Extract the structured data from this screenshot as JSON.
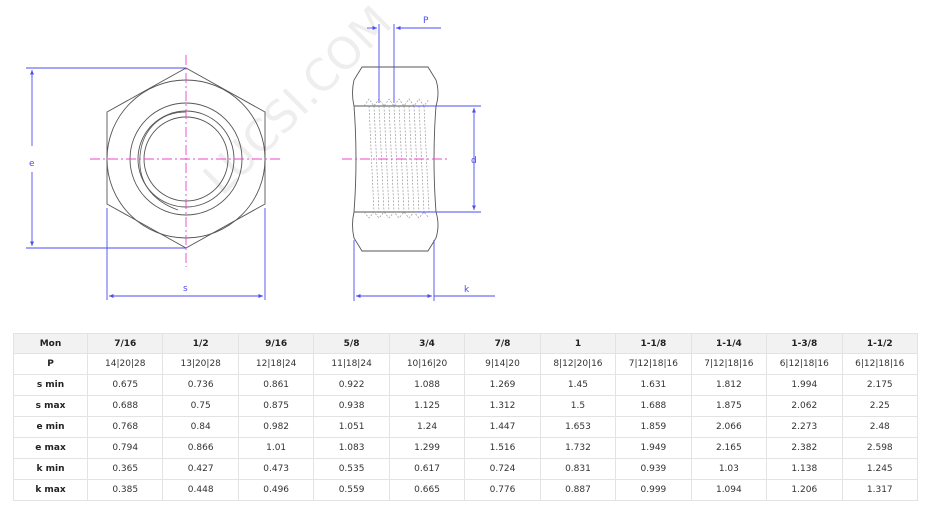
{
  "drawing": {
    "watermark": "LUCSI.COM",
    "labels": {
      "e": "e",
      "s": "s",
      "p": "P",
      "d": "d",
      "k": "k"
    },
    "colors": {
      "outline": "#555555",
      "dimension": "#4d4df0",
      "centerline": "#ee44cc",
      "thread": "#999999"
    }
  },
  "table": {
    "header_label": "Mon",
    "sizes": [
      "7/16",
      "1/2",
      "9/16",
      "5/8",
      "3/4",
      "7/8",
      "1",
      "1-1/8",
      "1-1/4",
      "1-3/8",
      "1-1/2"
    ],
    "rows": [
      {
        "label": "P",
        "values": [
          "14|20|28",
          "13|20|28",
          "12|18|24",
          "11|18|24",
          "10|16|20",
          "9|14|20",
          "8|12|20|16",
          "7|12|18|16",
          "7|12|18|16",
          "6|12|18|16",
          "6|12|18|16"
        ]
      },
      {
        "label": "s min",
        "values": [
          "0.675",
          "0.736",
          "0.861",
          "0.922",
          "1.088",
          "1.269",
          "1.45",
          "1.631",
          "1.812",
          "1.994",
          "2.175"
        ]
      },
      {
        "label": "s max",
        "values": [
          "0.688",
          "0.75",
          "0.875",
          "0.938",
          "1.125",
          "1.312",
          "1.5",
          "1.688",
          "1.875",
          "2.062",
          "2.25"
        ]
      },
      {
        "label": "e min",
        "values": [
          "0.768",
          "0.84",
          "0.982",
          "1.051",
          "1.24",
          "1.447",
          "1.653",
          "1.859",
          "2.066",
          "2.273",
          "2.48"
        ]
      },
      {
        "label": "e max",
        "values": [
          "0.794",
          "0.866",
          "1.01",
          "1.083",
          "1.299",
          "1.516",
          "1.732",
          "1.949",
          "2.165",
          "2.382",
          "2.598"
        ]
      },
      {
        "label": "k min",
        "values": [
          "0.365",
          "0.427",
          "0.473",
          "0.535",
          "0.617",
          "0.724",
          "0.831",
          "0.939",
          "1.03",
          "1.138",
          "1.245"
        ]
      },
      {
        "label": "k max",
        "values": [
          "0.385",
          "0.448",
          "0.496",
          "0.559",
          "0.665",
          "0.776",
          "0.887",
          "0.999",
          "1.094",
          "1.206",
          "1.317"
        ]
      }
    ]
  }
}
